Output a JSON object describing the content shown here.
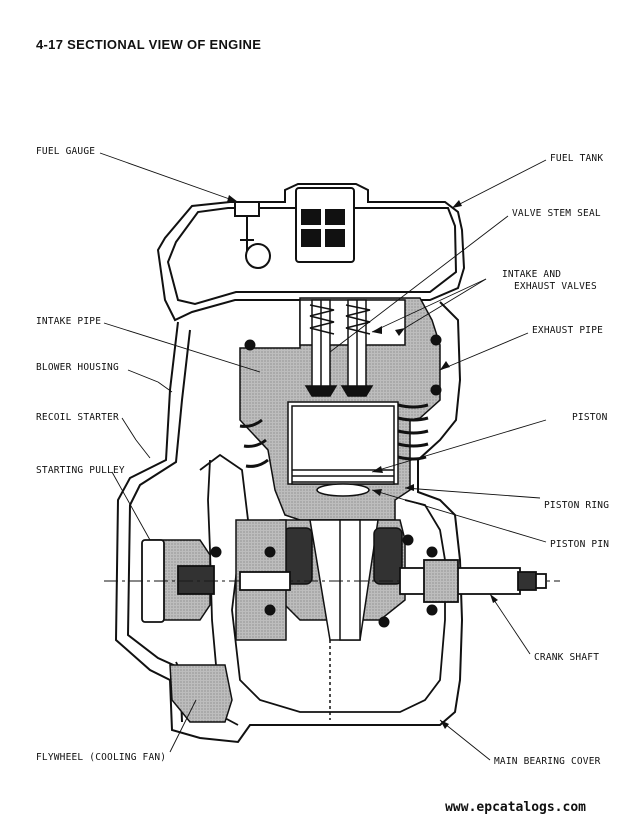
{
  "title": "4-17 SECTIONAL VIEW OF ENGINE",
  "labels": {
    "fuel_gauge": "FUEL GAUGE",
    "fuel_tank": "FUEL TANK",
    "valve_stem_seal": "VALVE STEM SEAL",
    "intake_exhaust_1": "INTAKE AND",
    "intake_exhaust_2": "EXHAUST VALVES",
    "intake_pipe": "INTAKE PIPE",
    "exhaust_pipe": "EXHAUST PIPE",
    "blower_housing": "BLOWER HOUSING",
    "recoil_starter": "RECOIL STARTER",
    "piston": "PISTON",
    "starting_pulley": "STARTING PULLEY",
    "piston_ring": "PISTON RING",
    "piston_pin": "PISTON PIN",
    "crank_shaft": "CRANK SHAFT",
    "flywheel": "FLYWHEEL (COOLING FAN)",
    "main_bearing_cover": "MAIN BEARING COVER"
  },
  "footer": "www.epcatalogs.com"
}
